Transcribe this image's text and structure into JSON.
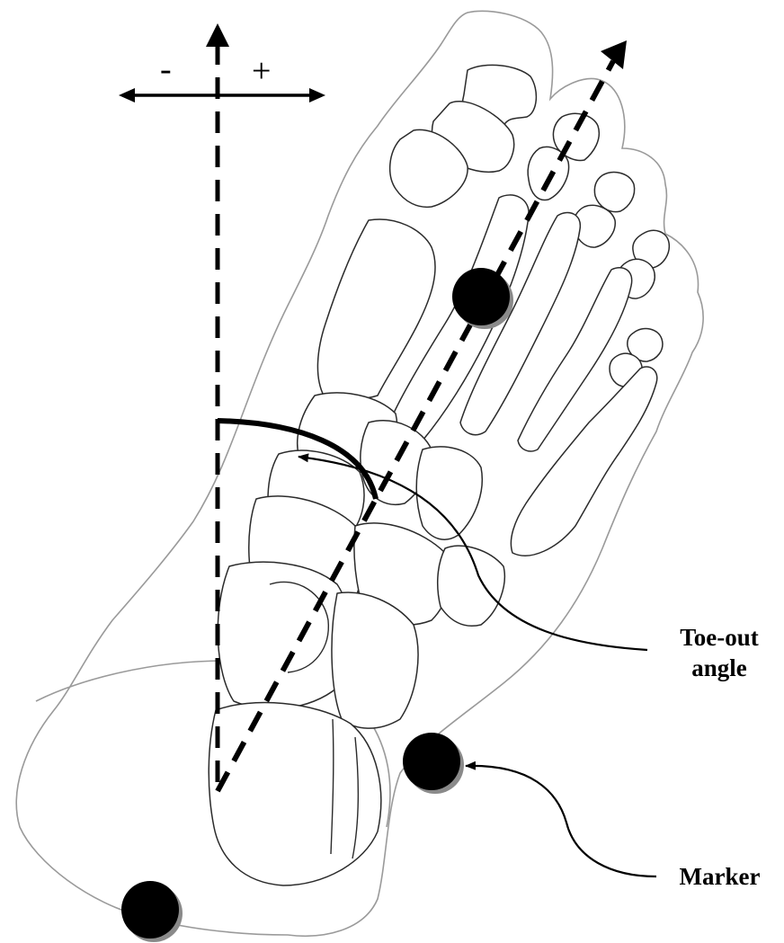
{
  "axis": {
    "minus_label": "-",
    "plus_label": "+"
  },
  "labels": {
    "toe_out_line1": "Toe-out",
    "toe_out_line2": "angle",
    "marker": "Marker"
  },
  "colors": {
    "marker_fill": "#000000",
    "marker_shadow": "#8a8a8a",
    "foot_outline": "#9a9a9a",
    "bone_stroke": "#2b2b2b",
    "lines": "#000000"
  },
  "icons": {
    "marker": "filled-circle",
    "arrowhead": "triangle"
  }
}
